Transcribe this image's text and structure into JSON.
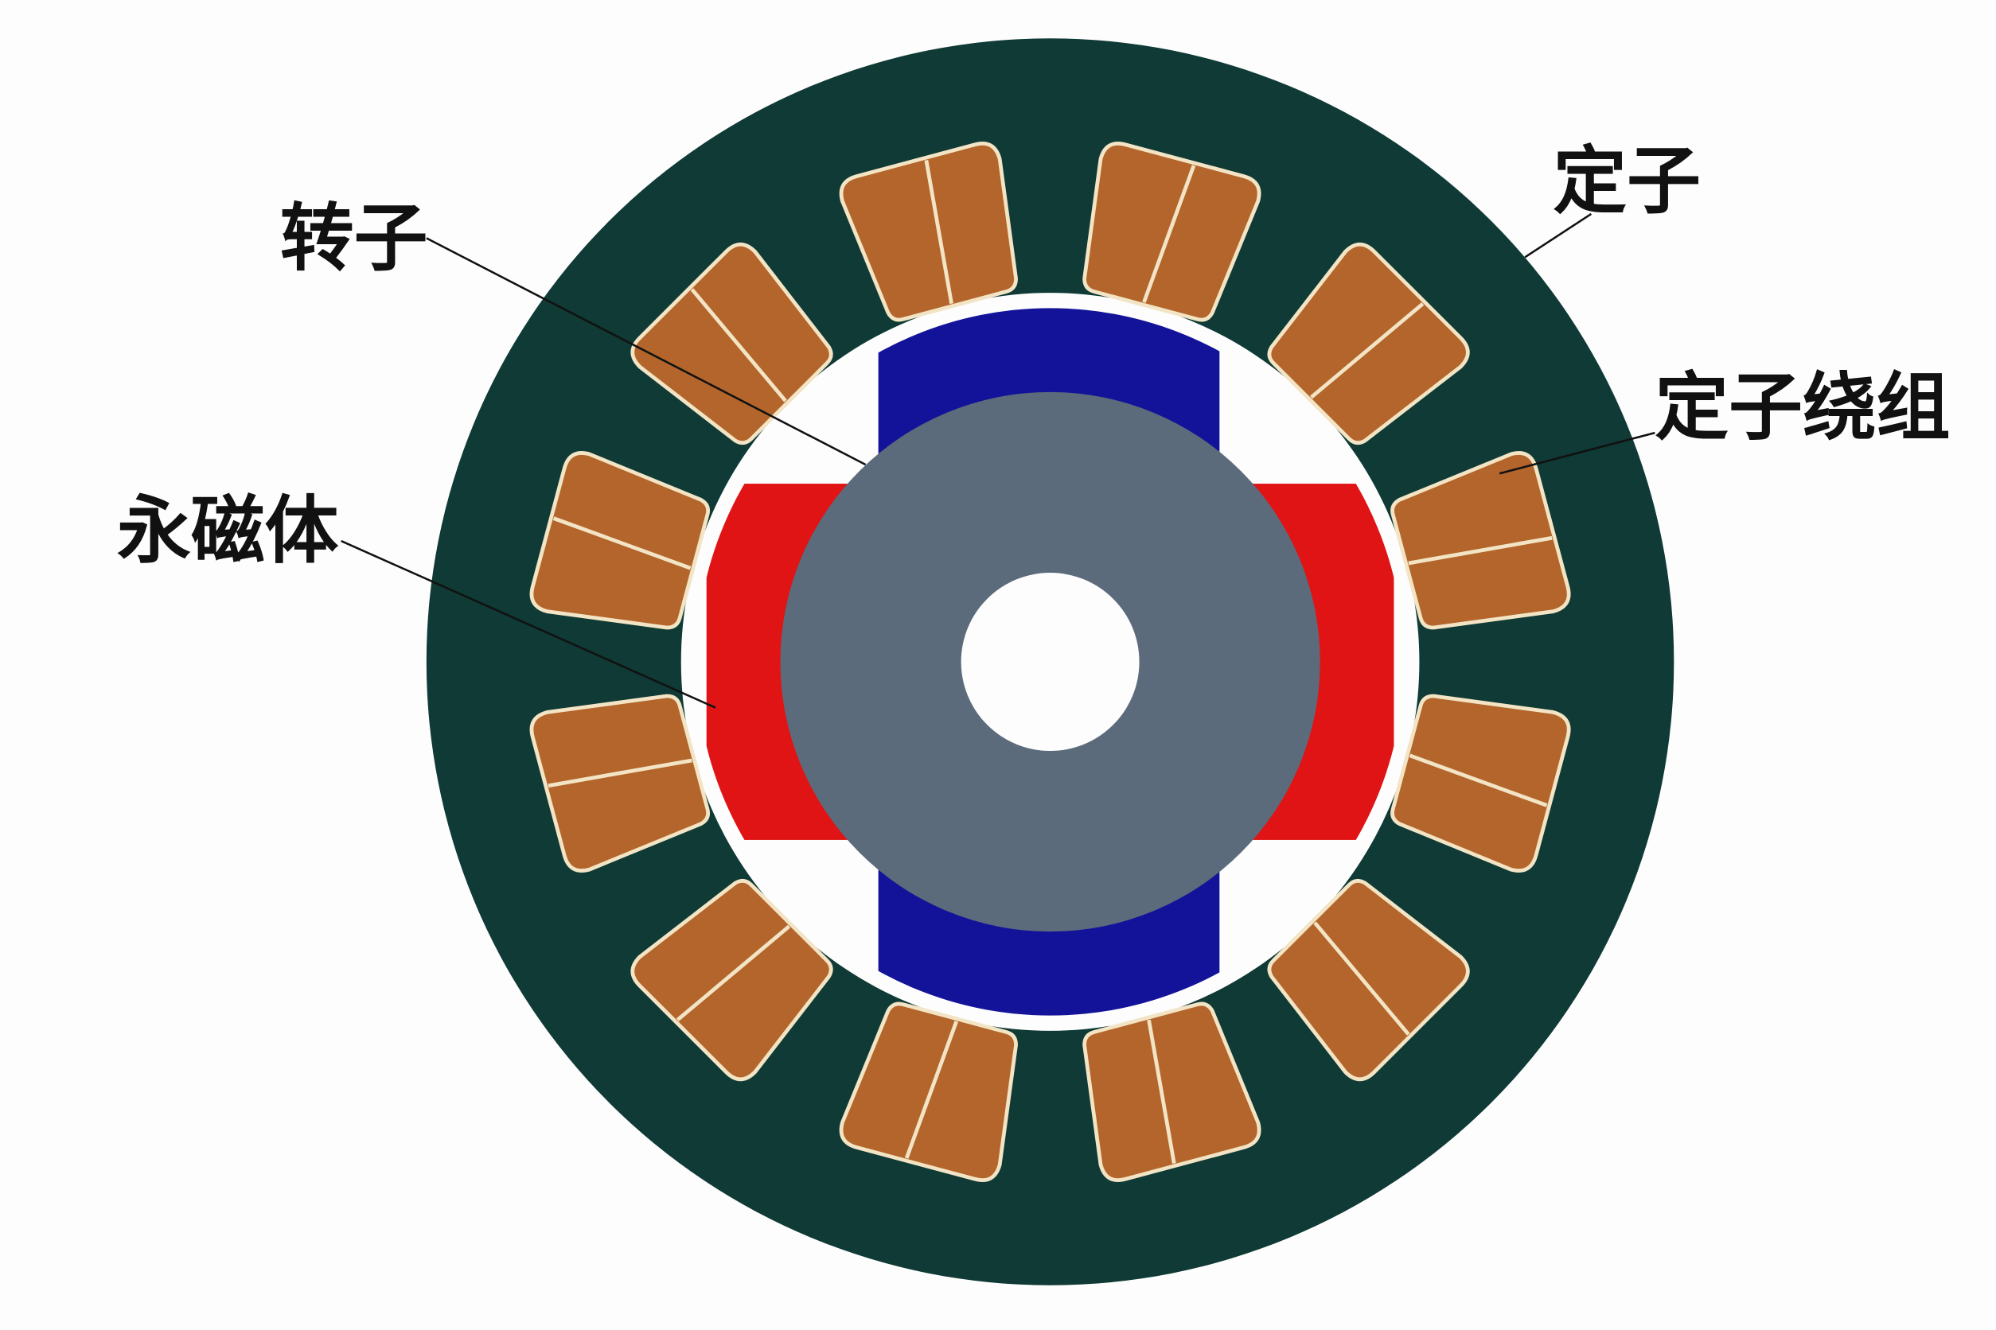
{
  "labels": {
    "rotor": "转子",
    "stator": "定子",
    "stator_winding": "定子绕组",
    "permanent_magnet": "永磁体"
  },
  "colors": {
    "stator": "#0f3a35",
    "coil": "#b3652b",
    "coil_outline": "#f2e4c4",
    "magnet_north": "#13139a",
    "magnet_south": "#e01414",
    "rotor": "#5b6b7b",
    "background": "#fdfdfd"
  },
  "slot_count": 12
}
